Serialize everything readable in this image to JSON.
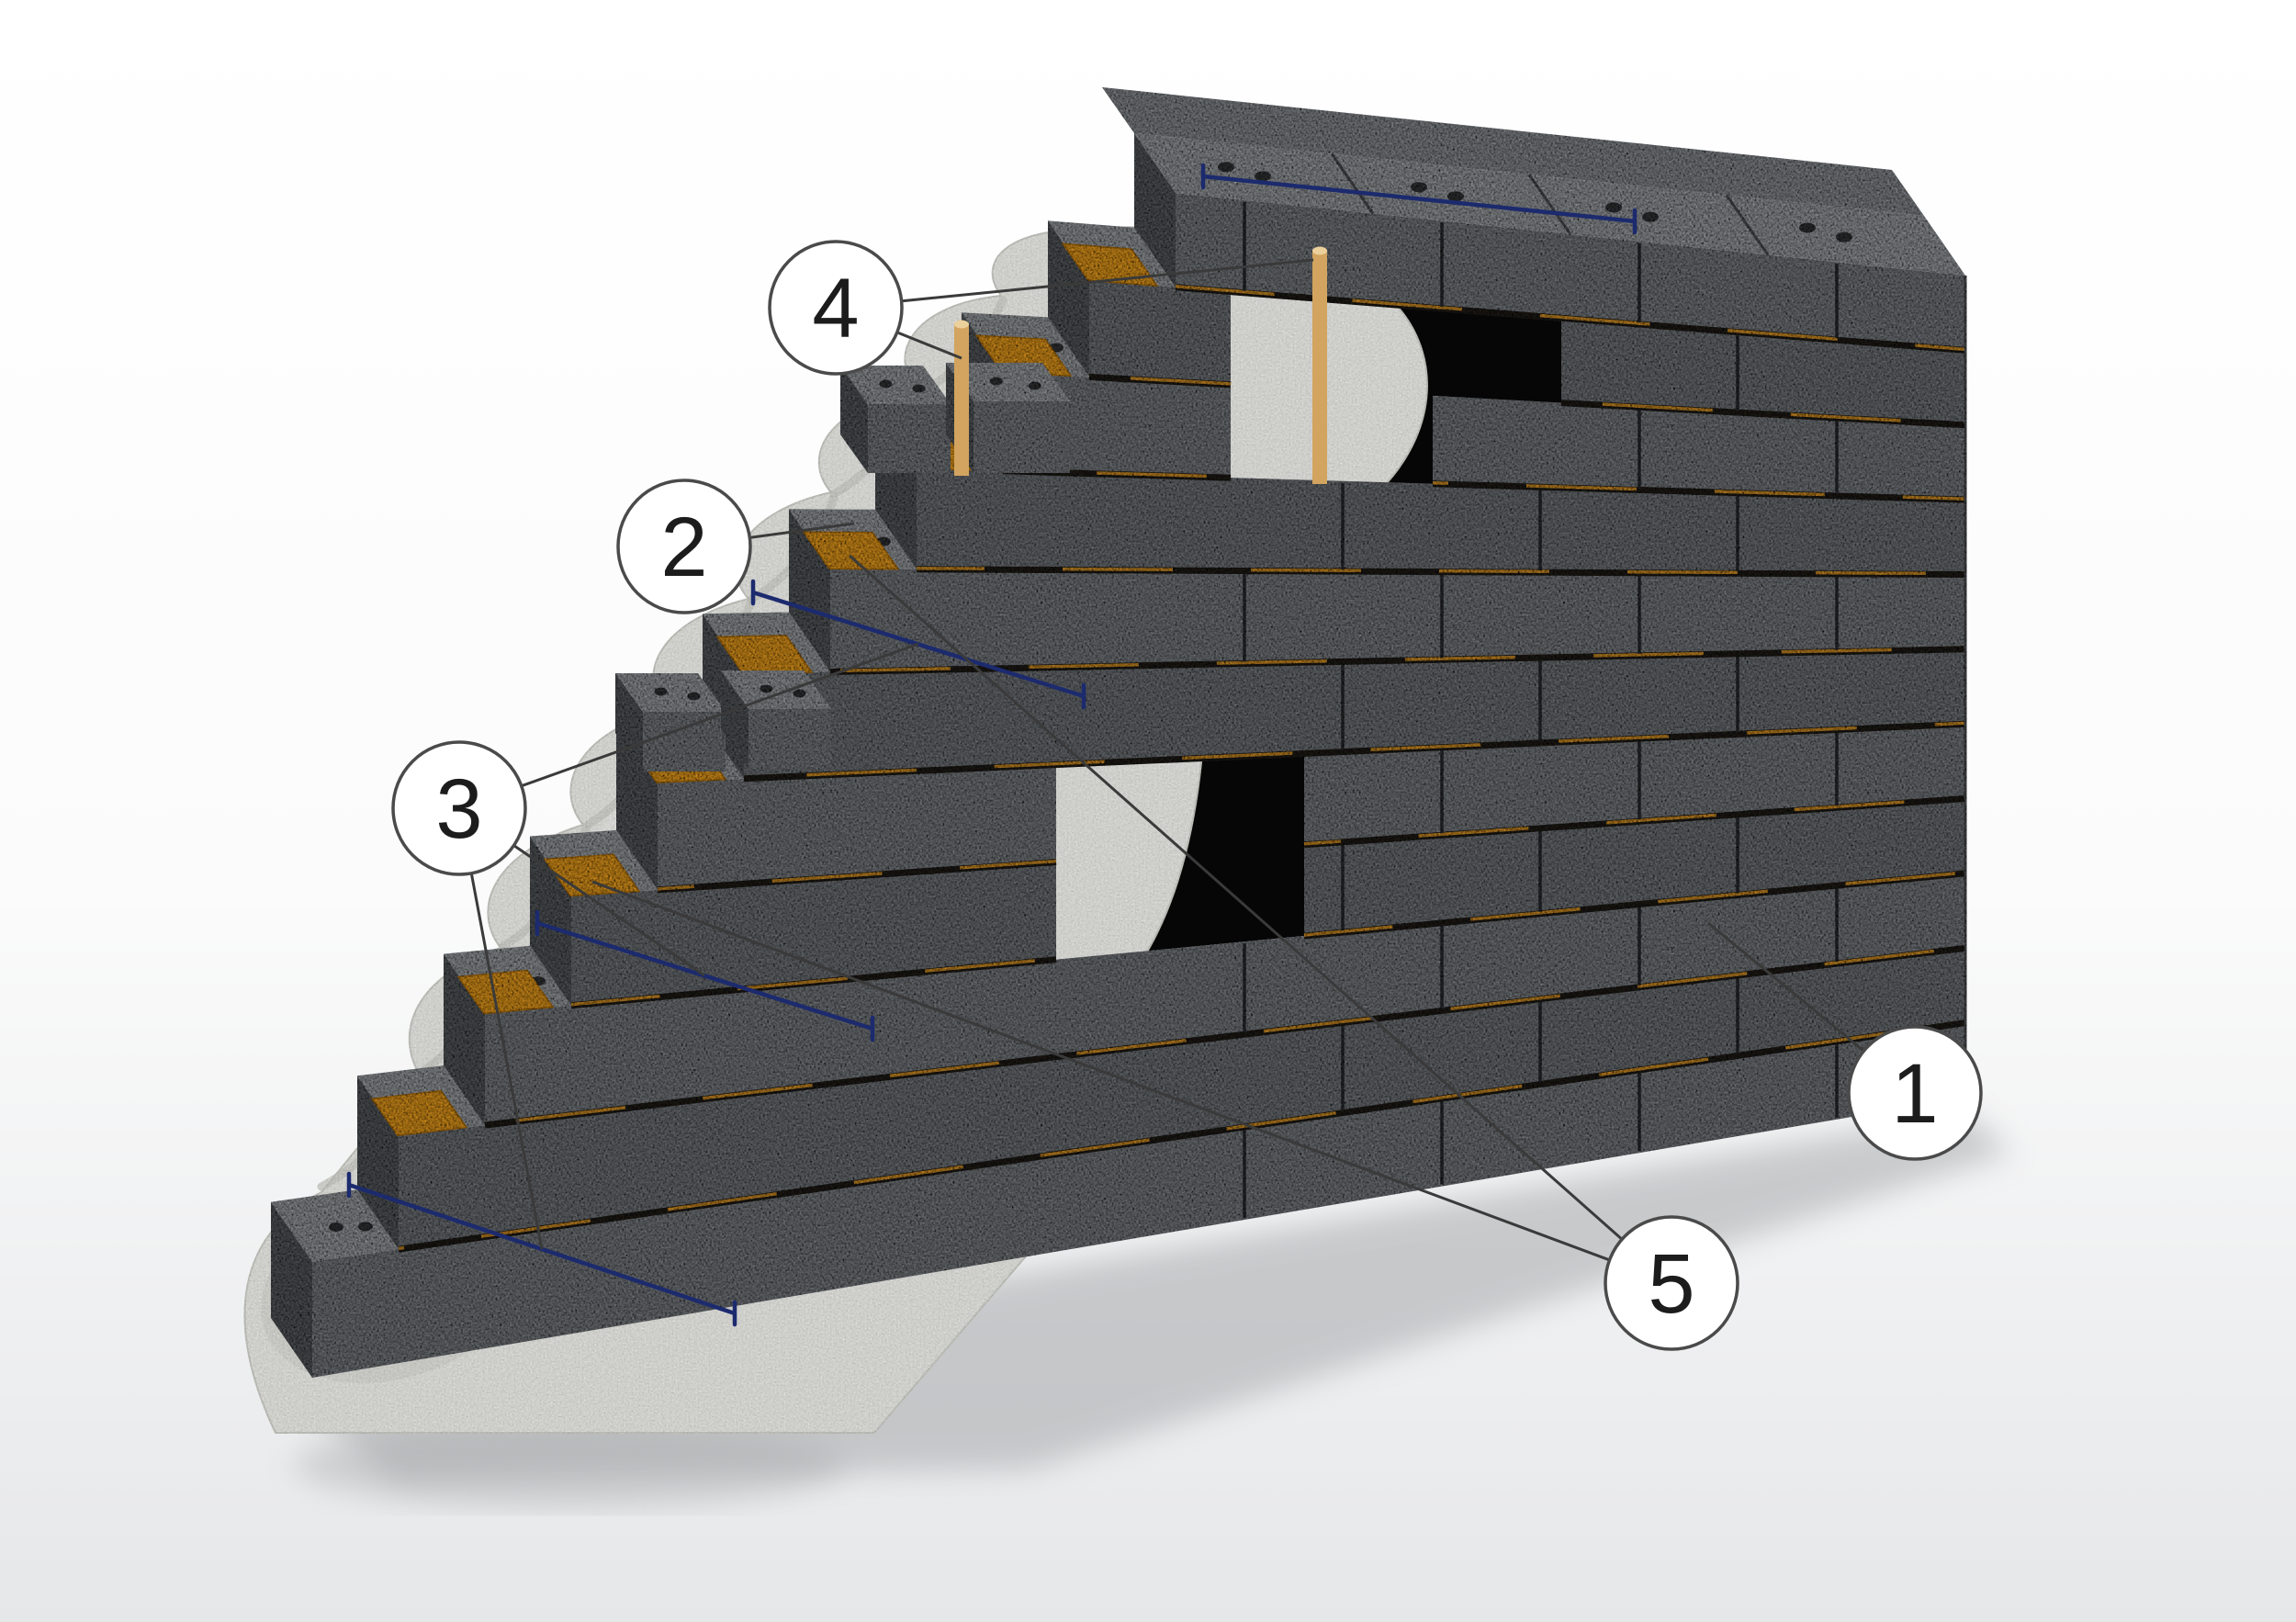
{
  "diagram": {
    "callouts": [
      {
        "number": "1"
      },
      {
        "number": "2"
      },
      {
        "number": "3"
      },
      {
        "number": "4"
      },
      {
        "number": "5"
      }
    ],
    "colors": {
      "background_top": "#ffffff",
      "background_bottom": "#e6e7e9",
      "block_face": "#83878c",
      "block_face_alt": "#7b7f84",
      "block_top": "#a6aaae",
      "block_side": "#5e6266",
      "joint_dark": "#26231e",
      "joint_pad_orange": "#e09b2d",
      "core_white": "#f1f1ed",
      "pad_yellow": "#f7a823",
      "pad_yellow_edge": "#c77f10",
      "wire_blue": "#1c2a6e",
      "dowel_tan": "#d2a45f",
      "dowel_cap": "#ecd09c",
      "cavity_black": "#060606",
      "leader_line": "#3a3a3a",
      "callout_text": "#1c1c1c"
    }
  }
}
